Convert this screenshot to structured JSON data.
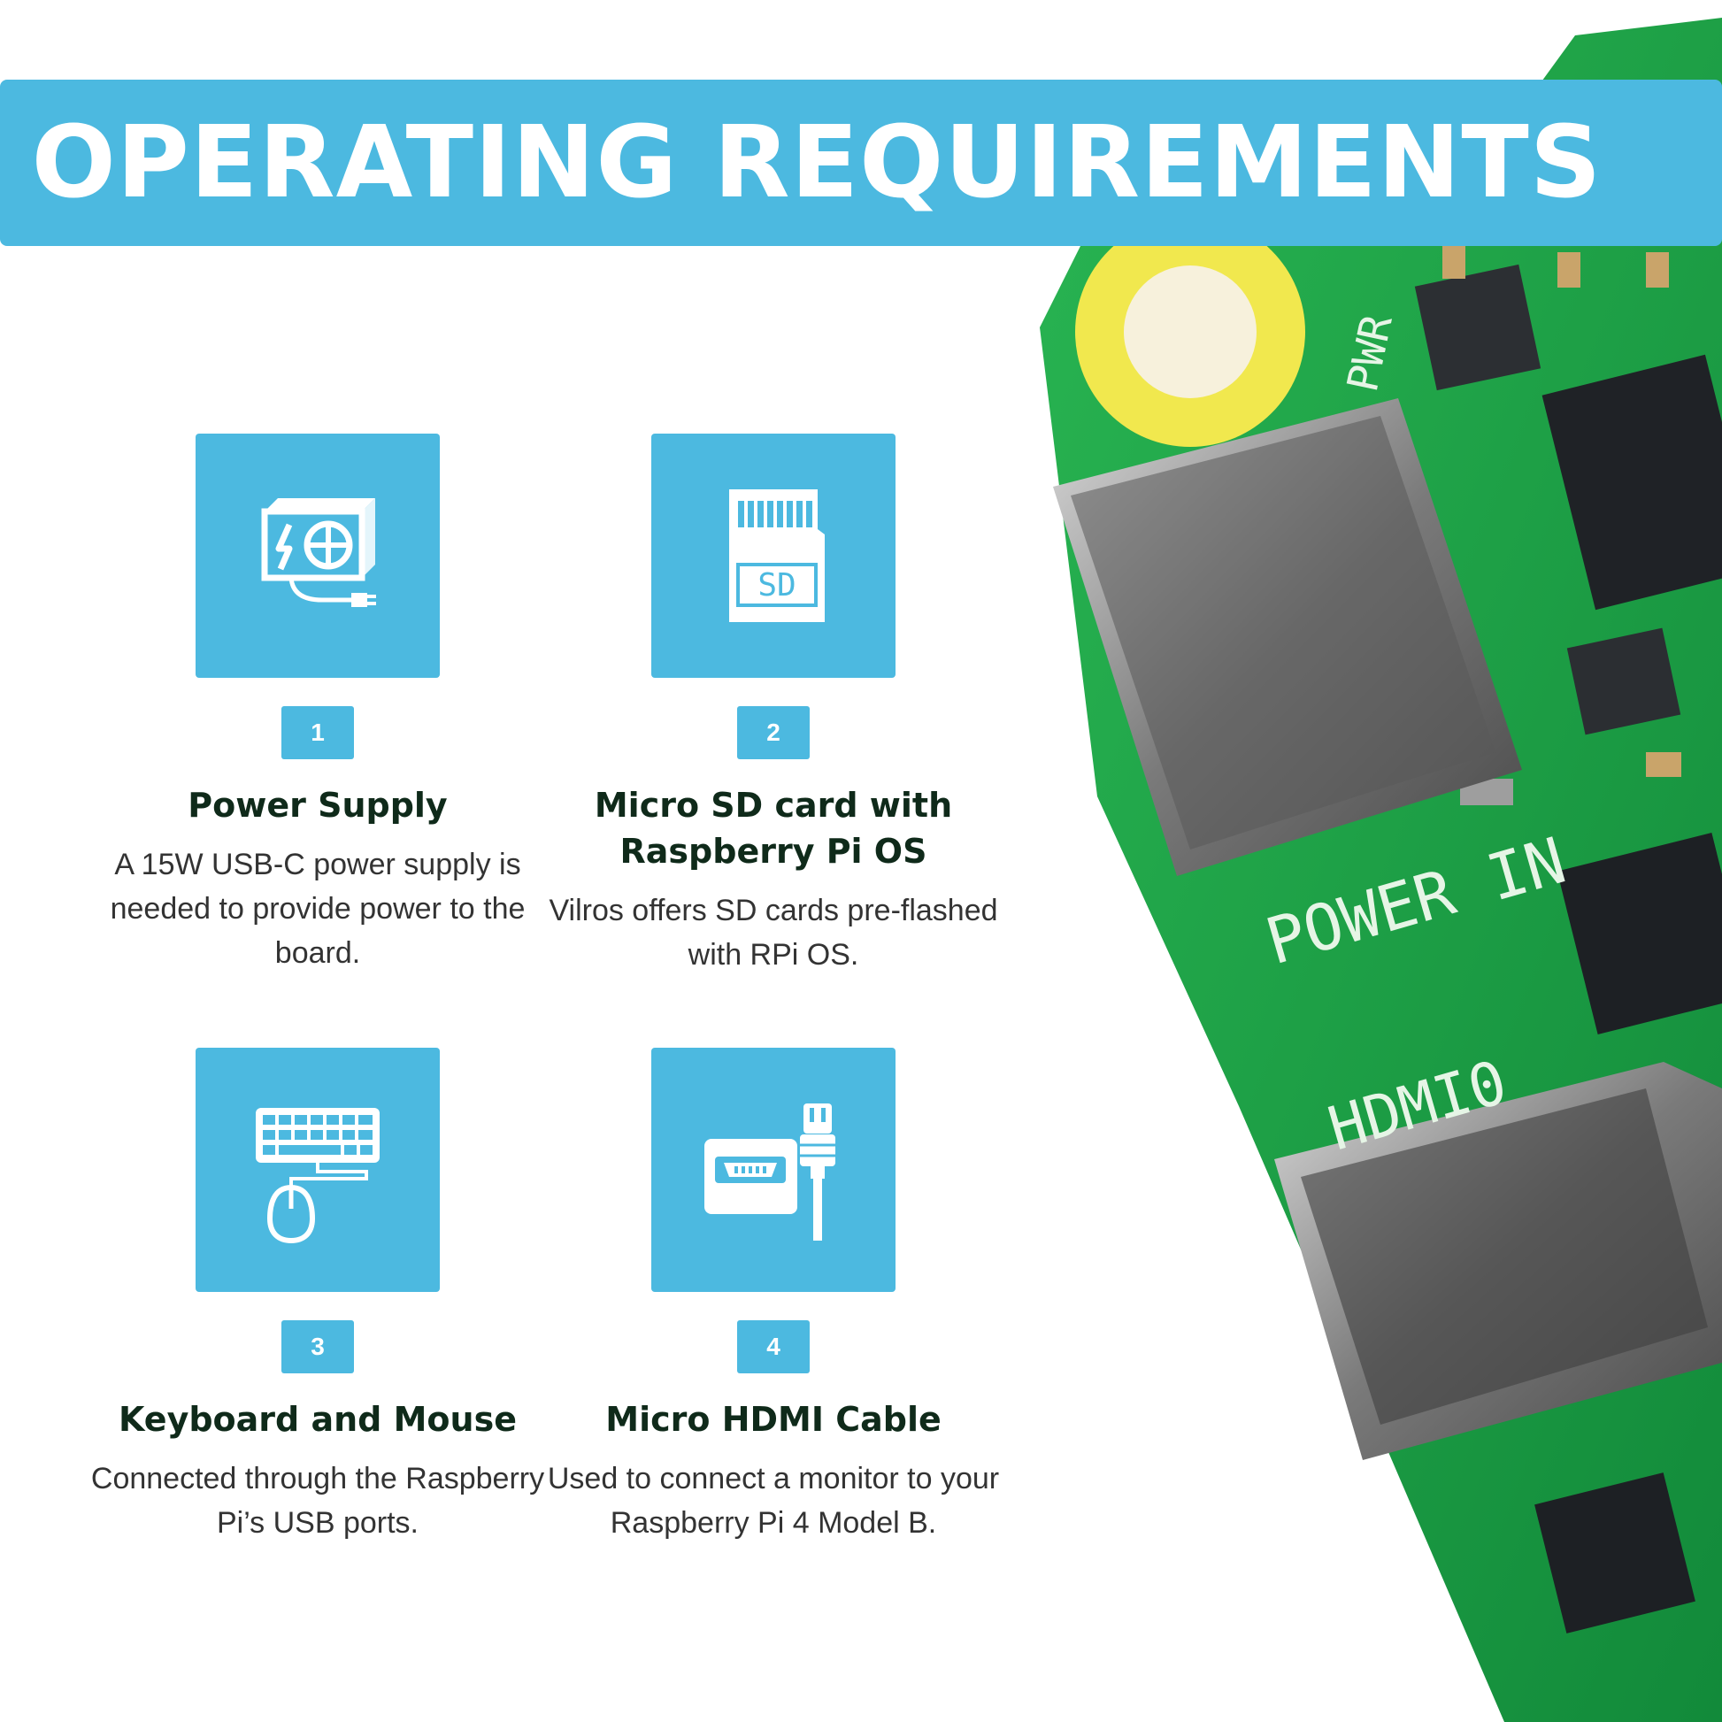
{
  "header": {
    "title": "OPERATING REQUIREMENTS"
  },
  "colors": {
    "accent": "#4cb9e0",
    "title_text": "#0f2a1a",
    "body_text": "#333333",
    "pcb_green": "#1fa54a"
  },
  "board_photo": {
    "printed_labels": [
      "PWR",
      "POWER IN",
      "HDMI0"
    ]
  },
  "requirements": [
    {
      "number": "1",
      "icon": "power-supply-icon",
      "title": "Power Supply",
      "description": "A 15W USB-C power supply is needed to provide power to the board."
    },
    {
      "number": "2",
      "icon": "sd-card-icon",
      "icon_text": "SD",
      "title": "Micro SD card with Raspberry Pi OS",
      "description": "Vilros offers SD cards pre-flashed with RPi OS."
    },
    {
      "number": "3",
      "icon": "keyboard-mouse-icon",
      "title": "Keyboard and Mouse",
      "description": "Connected through the Raspberry Pi’s USB ports."
    },
    {
      "number": "4",
      "icon": "hdmi-cable-icon",
      "title": "Micro HDMI Cable",
      "description": "Used to connect a monitor to your Raspberry Pi 4 Model B."
    }
  ]
}
